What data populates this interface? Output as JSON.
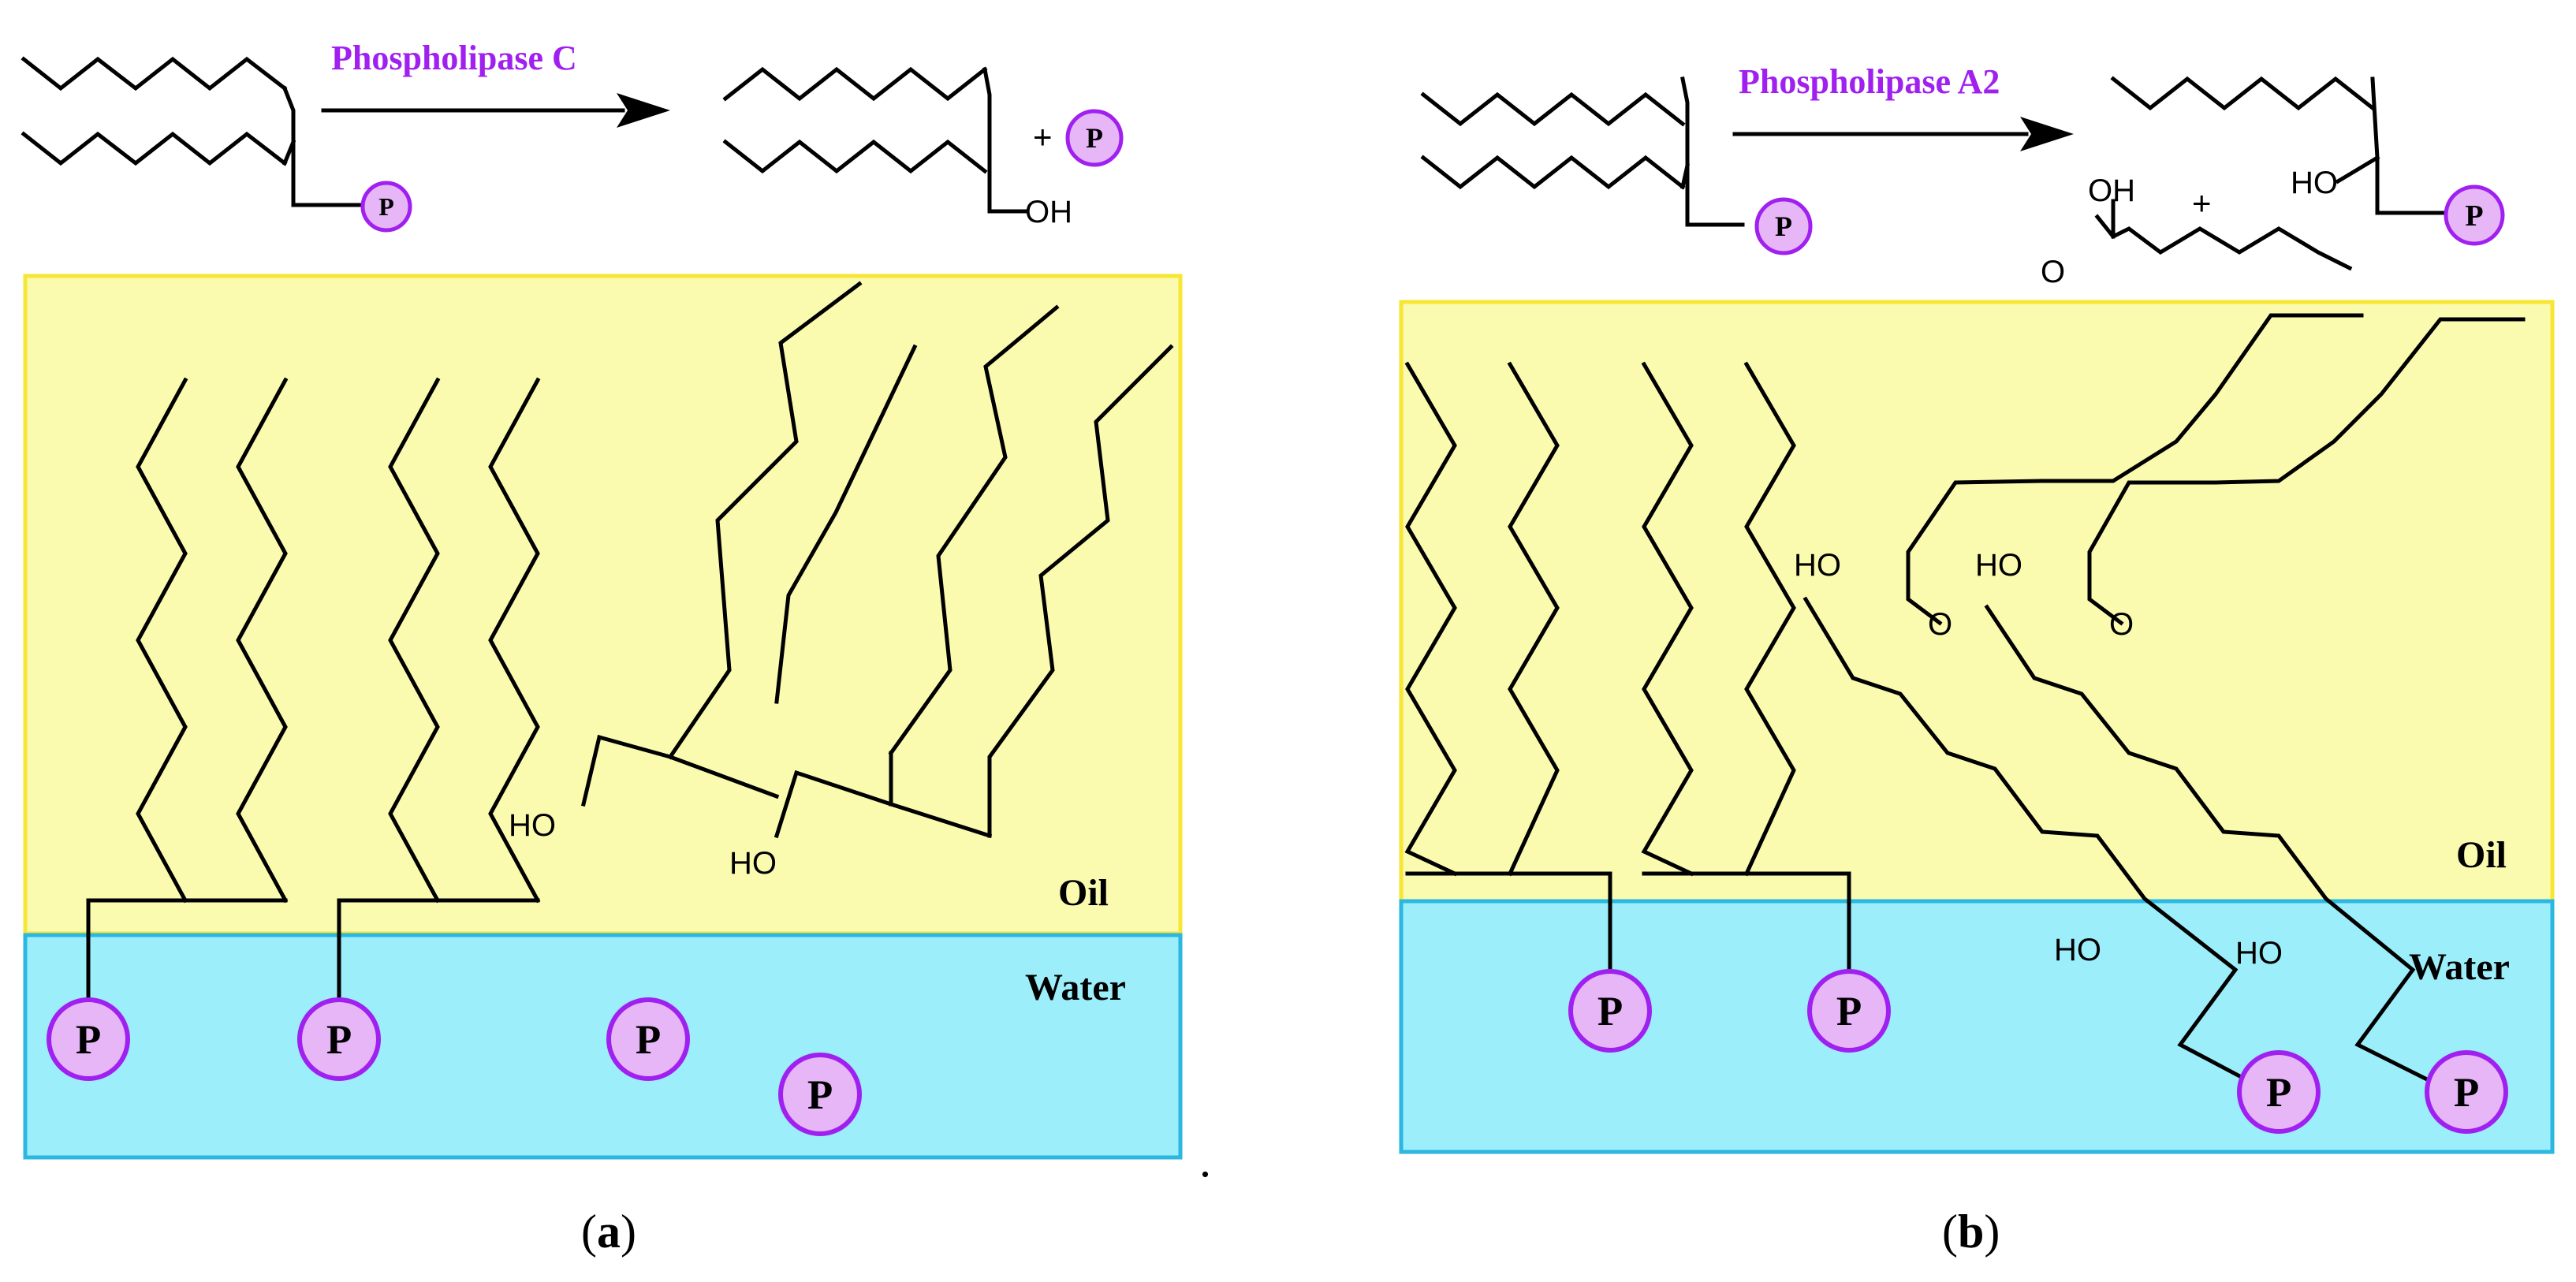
{
  "colors": {
    "oil_fill": "#fbfbb0",
    "oil_stroke": "#f7e634",
    "water_fill": "#9ceefb",
    "water_stroke": "#2bb7e0",
    "p_fill": "#e6b6f7",
    "p_stroke": "#a020f0",
    "enzyme_text": "#a020f0"
  },
  "icons": {
    "phosphate": "circle-P"
  },
  "panel_a": {
    "enzyme_label": "Phospholipase C",
    "plus": "+",
    "oh_label": "OH",
    "ho_labels": [
      "HO",
      "HO"
    ],
    "oil_label": "Oil",
    "water_label": "Water",
    "caption_letter": "a",
    "phosphate_symbol": "P",
    "trailing_dot": "."
  },
  "panel_b": {
    "enzyme_label": "Phospholipase A2",
    "plus": "+",
    "oh_label": "OH",
    "o_label": "O",
    "ho_labels": [
      "HO",
      "HO",
      "HO",
      "HO",
      "HO"
    ],
    "oil_label": "Oil",
    "water_label": "Water",
    "caption_letter": "b",
    "phosphate_symbol": "P"
  },
  "caption_parens": [
    "(",
    ")"
  ]
}
